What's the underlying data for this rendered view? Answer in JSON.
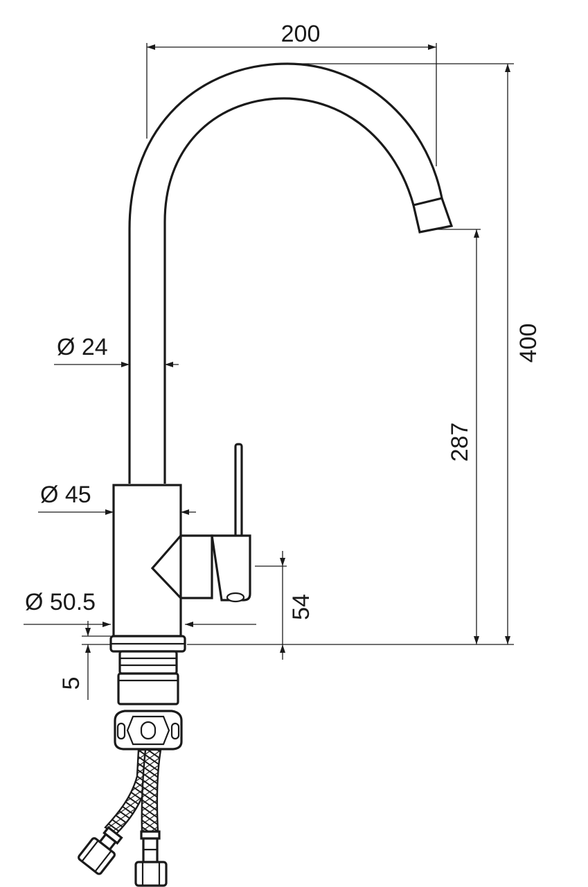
{
  "colors": {
    "line": "#1a1a1a",
    "background": "#ffffff"
  },
  "dimensions": {
    "width": "200",
    "height_total": "400",
    "spout_height": "287",
    "spout_diameter": "Ø 24",
    "body_diameter": "Ø 45",
    "base_diameter": "Ø 50.5",
    "base_ring": "5",
    "lever_height": "54"
  }
}
